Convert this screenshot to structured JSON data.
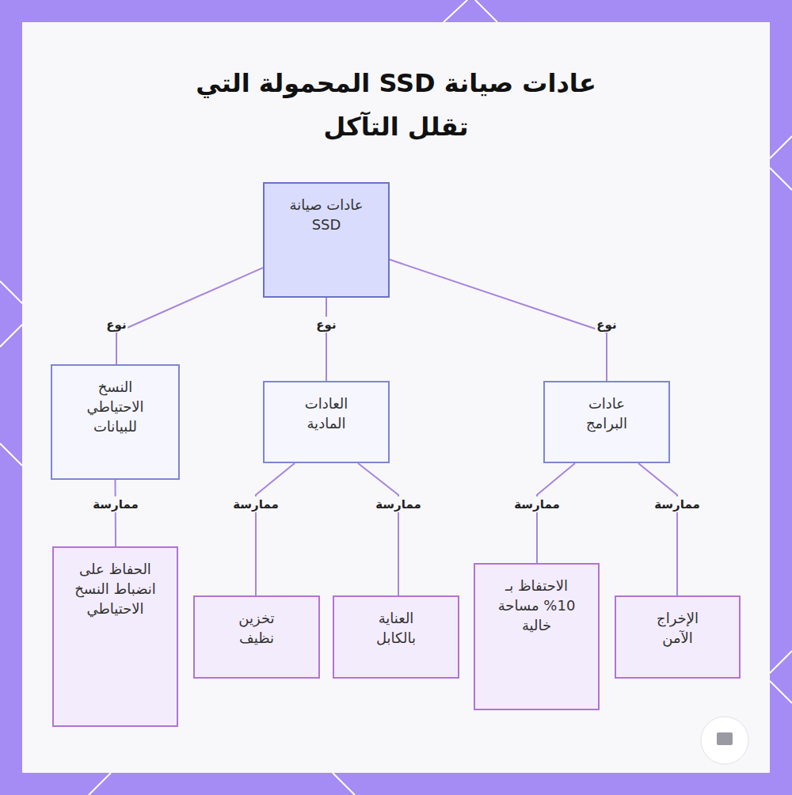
{
  "diagram": {
    "title": "عادات صيانة SSD المحمولة التي تقلل التآكل",
    "nodes": [
      {
        "text": [
          "عادات صيانة SSD"
        ]
      },
      {
        "text": [
          "عادات البرامج"
        ]
      },
      {
        "text": [
          "العادات المادية"
        ]
      },
      {
        "text": [
          "النسخ الاحتياطي للبيانات"
        ]
      },
      {
        "text": [
          "الإخراج الآمن"
        ]
      },
      {
        "text": [
          "الاحتفاظ بـ 10% مساحة خالية"
        ]
      },
      {
        "text": [
          "العناية بالكابل"
        ]
      },
      {
        "text": [
          "تخزين نظيف"
        ]
      },
      {
        "text": [
          "الحفاظ على انضباط النسخ الاحتياطي"
        ]
      }
    ],
    "edges": [
      {
        "from": 0,
        "to": 1,
        "label": "نوع",
        "arrow": "none"
      },
      {
        "from": 0,
        "to": 2,
        "label": "نوع",
        "arrow": "none"
      },
      {
        "from": 0,
        "to": 3,
        "label": "نوع",
        "arrow": "none"
      },
      {
        "from": 1,
        "to": 4,
        "label": "ممارسة",
        "arrow": "none"
      },
      {
        "from": 1,
        "to": 5,
        "label": "ممارسة",
        "arrow": "none"
      },
      {
        "from": 2,
        "to": 6,
        "label": "ممارسة",
        "arrow": "none"
      },
      {
        "from": 2,
        "to": 7,
        "label": "ممارسة",
        "arrow": "none"
      },
      {
        "from": 3,
        "to": 8,
        "label": "ممارسة",
        "arrow": "none"
      }
    ]
  }
}
